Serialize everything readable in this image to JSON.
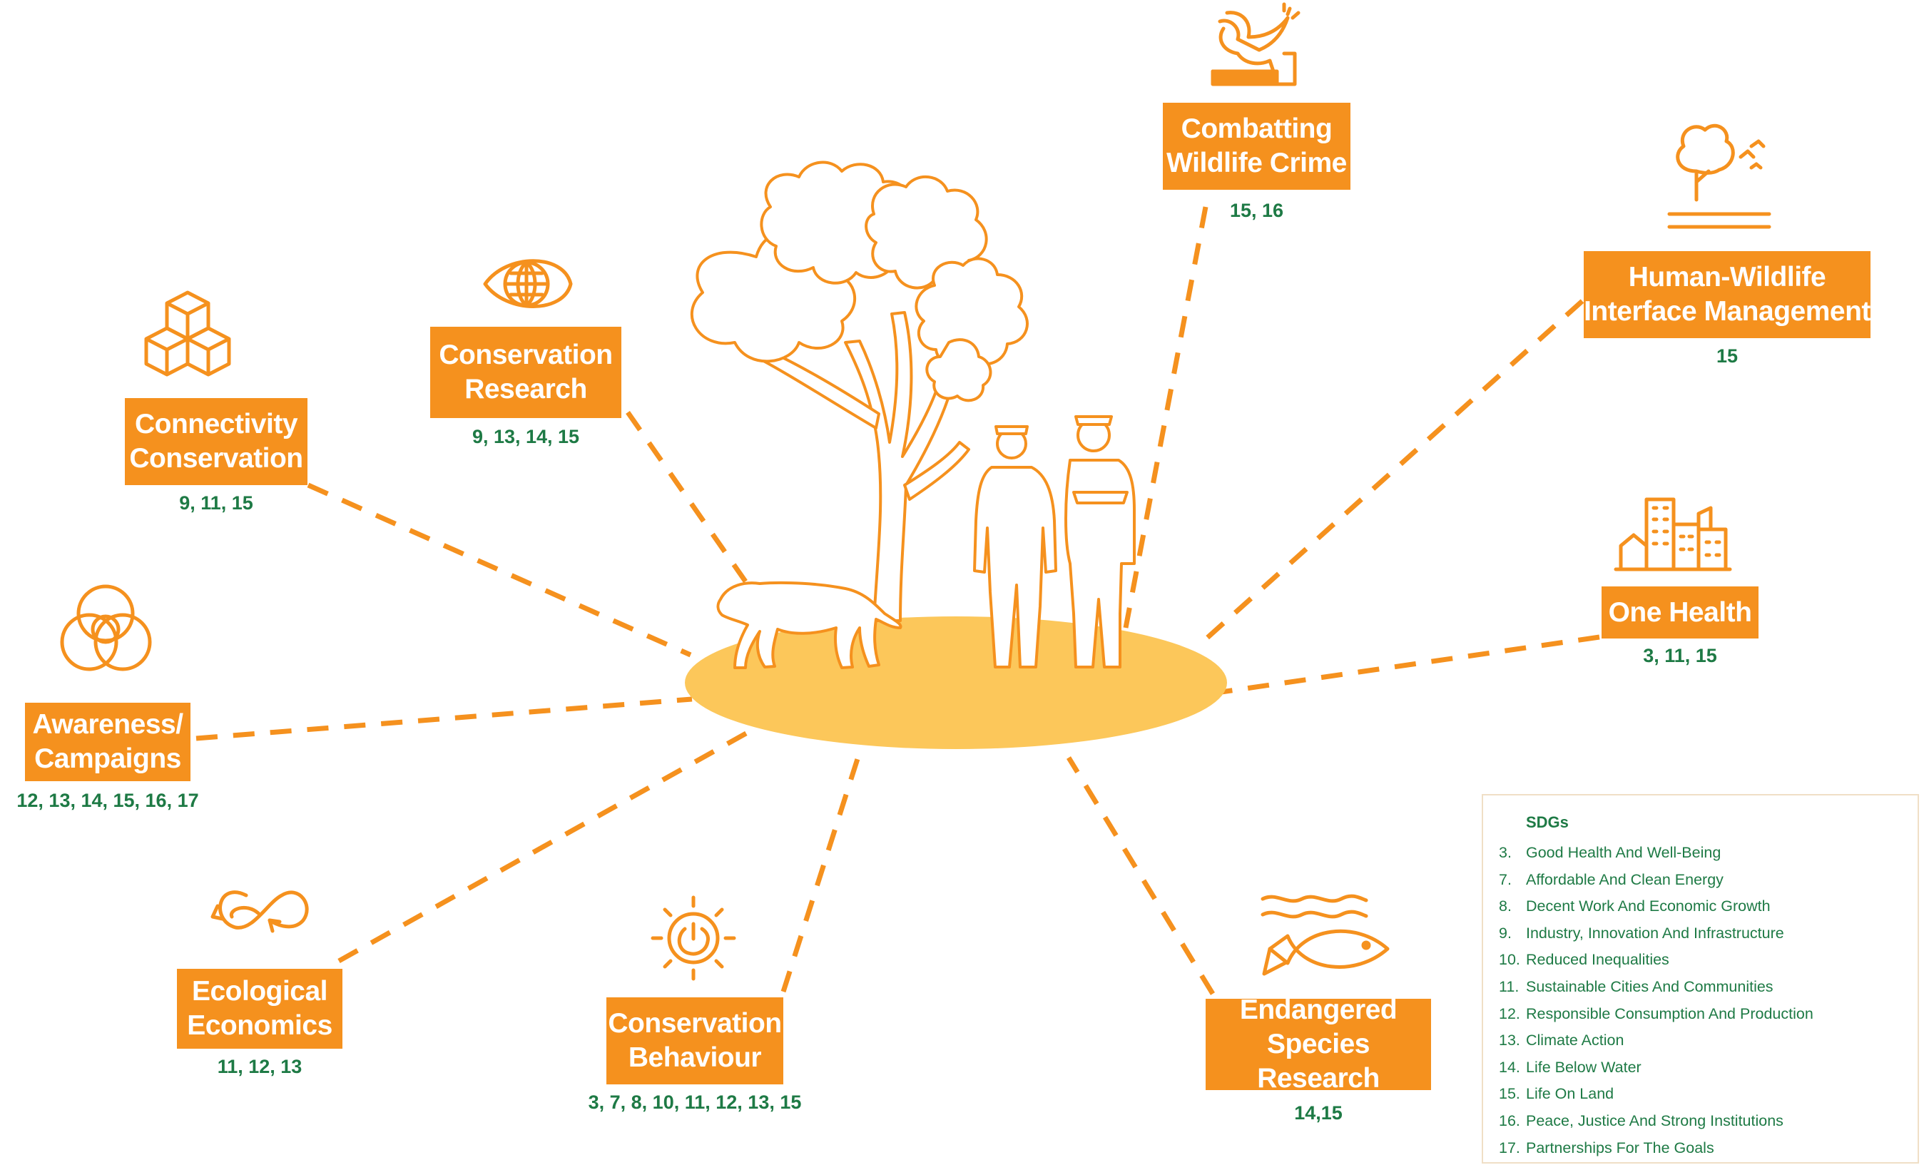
{
  "center": {
    "platform_color": "#fcc75a",
    "line_color": "#f5911e"
  },
  "nodes": [
    {
      "id": "combatting-wildlife-crime",
      "icon": "dove-icon",
      "title": [
        "Combatting",
        "Wildlife Crime"
      ],
      "sdgs": "15, 16"
    },
    {
      "id": "human-wildlife-interface-management",
      "icon": "tree-landscape-icon",
      "title": [
        "Human-Wildlife",
        "Interface Management"
      ],
      "sdgs": "15"
    },
    {
      "id": "one-health",
      "icon": "city-buildings-icon",
      "title": [
        "One Health"
      ],
      "sdgs": "3, 11, 15"
    },
    {
      "id": "endangered-species-research",
      "icon": "fish-waves-icon",
      "title": [
        "Endangered",
        "Species Research"
      ],
      "sdgs": "14,15"
    },
    {
      "id": "conservation-behaviour",
      "icon": "sun-power-icon",
      "title": [
        "Conservation",
        "Behaviour"
      ],
      "sdgs": "3, 7, 8, 10, 11, 12, 13, 15"
    },
    {
      "id": "ecological-economics",
      "icon": "recycle-infinity-icon",
      "title": [
        "Ecological",
        "Economics"
      ],
      "sdgs": "11, 12, 13"
    },
    {
      "id": "awareness-campaigns",
      "icon": "circles-icon",
      "title": [
        "Awareness/",
        "Campaigns"
      ],
      "sdgs": "12, 13, 14, 15, 16, 17"
    },
    {
      "id": "connectivity-conservation",
      "icon": "cubes-icon",
      "title": [
        "Connectivity",
        "Conservation"
      ],
      "sdgs": "9, 11, 15"
    },
    {
      "id": "conservation-research",
      "icon": "globe-eye-icon",
      "title": [
        "Conservation",
        "Research"
      ],
      "sdgs": "9, 13, 14, 15"
    }
  ],
  "legend": {
    "title": "SDGs",
    "items": [
      {
        "num": "3.",
        "label": "Good Health And Well-Being"
      },
      {
        "num": "7.",
        "label": "Affordable And Clean Energy"
      },
      {
        "num": "8.",
        "label": "Decent Work And Economic Growth"
      },
      {
        "num": "9.",
        "label": "Industry, Innovation And Infrastructure"
      },
      {
        "num": "10.",
        "label": "Reduced Inequalities"
      },
      {
        "num": "11.",
        "label": "Sustainable Cities And Communities"
      },
      {
        "num": "12.",
        "label": "Responsible Consumption And Production"
      },
      {
        "num": "13.",
        "label": "Climate Action"
      },
      {
        "num": "14.",
        "label": "Life Below Water"
      },
      {
        "num": "15.",
        "label": "Life On Land"
      },
      {
        "num": "16.",
        "label": "Peace, Justice And Strong Institutions"
      },
      {
        "num": "17.",
        "label": "Partnerships For The Goals"
      }
    ]
  },
  "colors": {
    "accent_orange": "#f5911e",
    "box_text": "#ffffff",
    "sdg_green": "#1e7a45"
  }
}
